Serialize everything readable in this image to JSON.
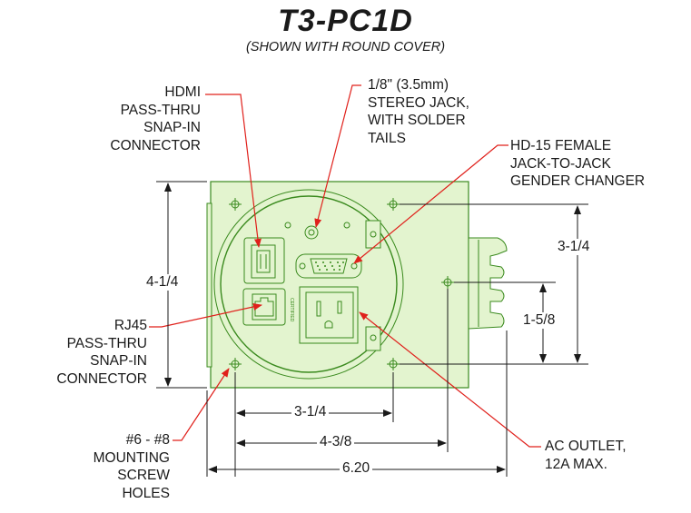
{
  "title": "T3-PC1D",
  "subtitle": "(SHOWN WITH ROUND COVER)",
  "callouts": {
    "hdmi": [
      "HDMI",
      "PASS-THRU",
      "SNAP-IN",
      "CONNECTOR"
    ],
    "stereo": [
      "1/8\" (3.5mm)",
      "STEREO JACK,",
      "WITH SOLDER",
      "TAILS"
    ],
    "hd15": [
      "HD-15 FEMALE",
      "JACK-TO-JACK",
      "GENDER CHANGER"
    ],
    "rj45": [
      "RJ45",
      "PASS-THRU",
      "SNAP-IN",
      "CONNECTOR"
    ],
    "screws": [
      "#6 - #8",
      "MOUNTING",
      "SCREW",
      "HOLES"
    ],
    "ac": [
      "AC OUTLET,",
      "12A MAX."
    ]
  },
  "dimensions": {
    "height_left": "4-1/4",
    "height_right_outer": "3-1/4",
    "height_right_inner": "1-5/8",
    "width_inner": "3-1/4",
    "width_mid": "4-3/8",
    "width_overall": "6.20"
  },
  "colors": {
    "plate_fill": "#e3f4cf",
    "plate_stroke": "#3a8a1e",
    "leader": "#e0201b",
    "dim_line": "#1a1a1a"
  }
}
